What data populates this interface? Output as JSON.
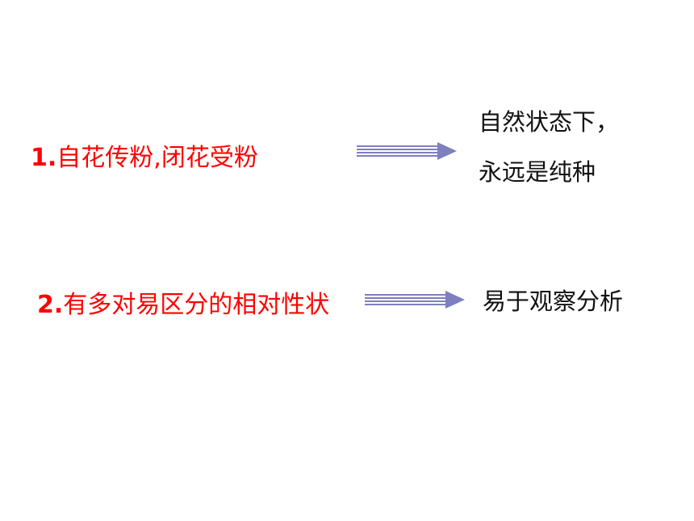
{
  "items": [
    {
      "number": "1.",
      "feature": "自花传粉,闭花受粉",
      "result_lines": [
        "自然状态下，",
        "永远是纯种"
      ]
    },
    {
      "number": "2.",
      "feature": "有多对易区分的相对性状",
      "result_lines": [
        "易于观察分析"
      ]
    }
  ],
  "colors": {
    "feature_text": "#ff0000",
    "result_text": "#111111",
    "arrow": "#7f7fbf"
  }
}
